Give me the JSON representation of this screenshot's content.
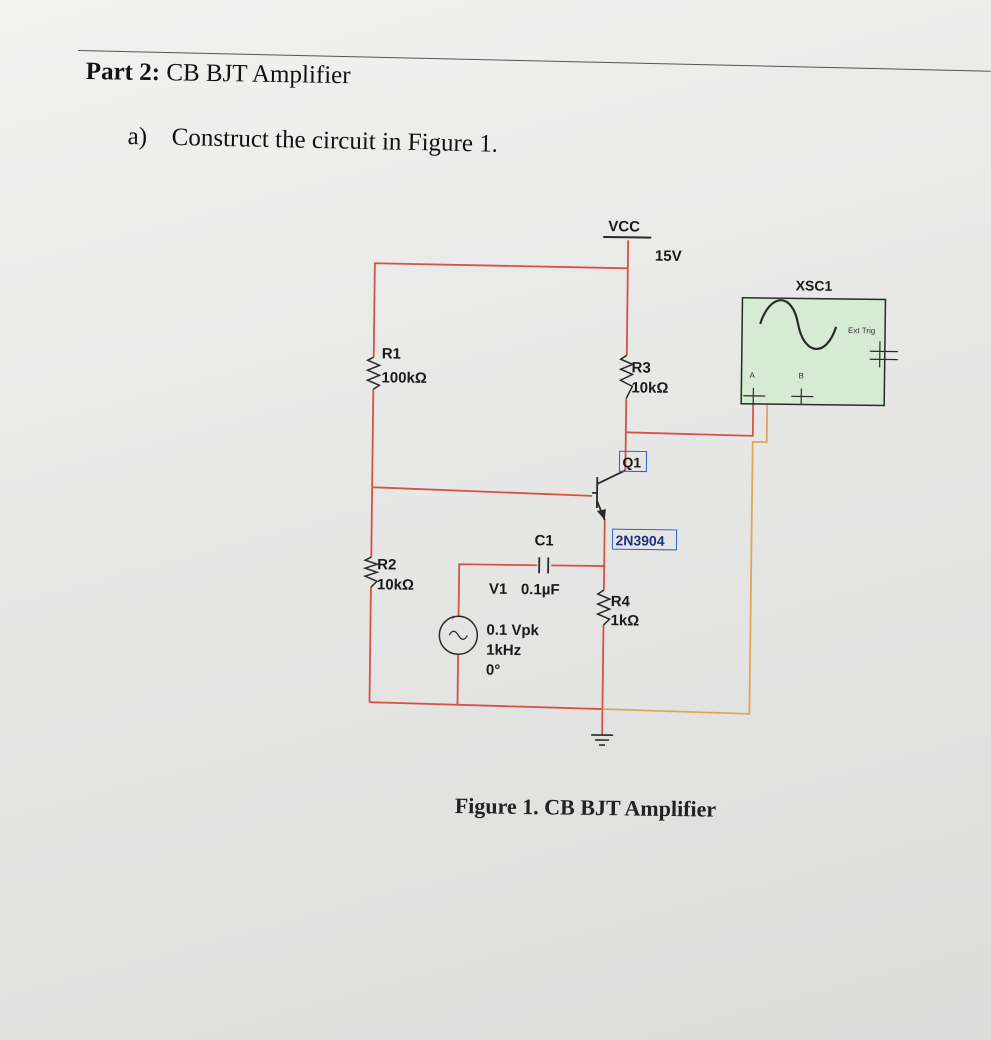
{
  "heading": {
    "part": "Part 2:",
    "title": "CB BJT Amplifier"
  },
  "instruction": {
    "number": "a)",
    "text": "Construct the circuit in Figure 1."
  },
  "figure_caption": "Figure 1. CB BJT Amplifier",
  "circuit": {
    "supply": {
      "name": "VCC",
      "value": "15V"
    },
    "R1": {
      "name": "R1",
      "value": "100kΩ"
    },
    "R2": {
      "name": "R2",
      "value": "10kΩ"
    },
    "R3": {
      "name": "R3",
      "value": "10kΩ"
    },
    "R4": {
      "name": "R4",
      "value": "1kΩ"
    },
    "C1": {
      "name": "C1",
      "value": "0.1µF"
    },
    "Q1": {
      "name": "Q1",
      "model": "2N3904"
    },
    "V1": {
      "name": "V1",
      "amplitude": "0.1 Vpk",
      "frequency": "1kHz",
      "phase": "0°"
    },
    "scope": {
      "name": "XSC1",
      "ext_trig": "Ext Trig",
      "channel_a": "A",
      "channel_b": "B"
    }
  },
  "colors": {
    "wire": "#d65245",
    "probe_wire": "#e0a45a",
    "scope_screen": "#d6ecd2",
    "component": "#2a2a2a",
    "model_label": "#1d2f86"
  }
}
